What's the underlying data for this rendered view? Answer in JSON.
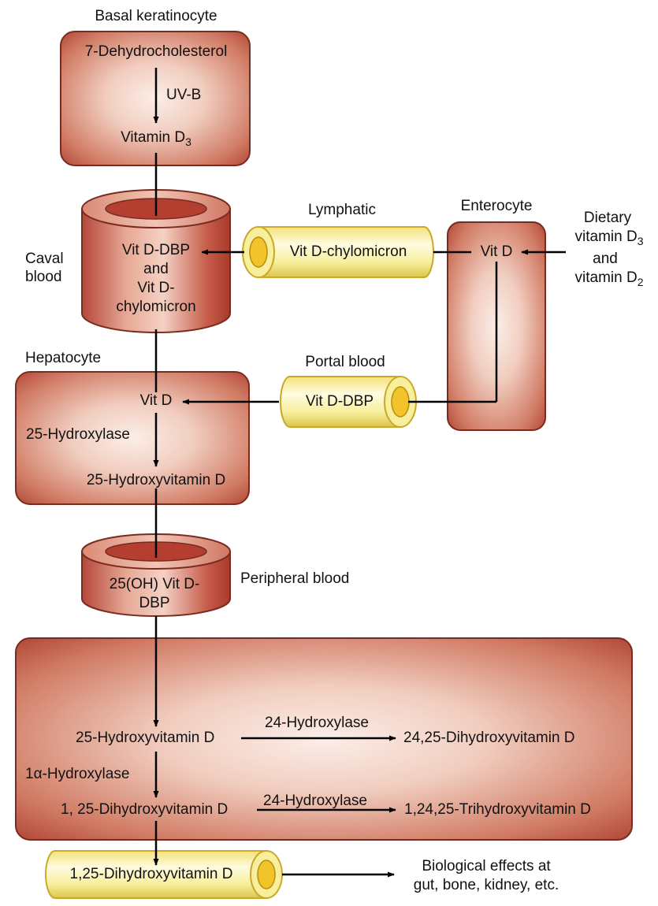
{
  "keratinocyte": {
    "label": "Basal keratinocyte",
    "precursor": "7-Dehydrocholesterol",
    "uv": "UV-B",
    "product_prefix": "Vitamin D",
    "product_sub": "3"
  },
  "caval": {
    "label_line1": "Caval",
    "label_line2": "blood",
    "line1": "Vit D-DBP",
    "line2": "and",
    "line3": "Vit D-",
    "line4": "chylomicron"
  },
  "lymphatic": {
    "label": "Lymphatic",
    "content": "Vit D-chylomicron"
  },
  "enterocyte": {
    "label": "Enterocyte",
    "content": "Vit D"
  },
  "dietary": {
    "line1": "Dietary",
    "line2_prefix": "vitamin D",
    "line2_sub": "3",
    "line3": "and",
    "line4_prefix": "vitamin D",
    "line4_sub": "2"
  },
  "hepatocyte": {
    "label": "Hepatocyte",
    "vitd": "Vit D",
    "enzyme": "25-Hydroxylase",
    "product": "25-Hydroxyvitamin D"
  },
  "portal": {
    "label": "Portal blood",
    "content": "Vit D-DBP"
  },
  "peripheral": {
    "label": "Peripheral blood",
    "line1": "25(OH) Vit D-",
    "line2": "DBP"
  },
  "kidney": {
    "substrate": "25-Hydroxyvitamin D",
    "enzyme_24_a": "24-Hydroxylase",
    "product_24_25": "24,25-Dihydroxyvitamin D",
    "enzyme_1a": "1α-Hydroxylase",
    "active": "1, 25-Dihydroxyvitamin D",
    "enzyme_24_b": "24-Hydroxylase",
    "product_1_24_25": "1,24,25-Trihydroxyvitamin D"
  },
  "output": {
    "content": "1,25-Dihydroxyvitamin D",
    "effects_line1": "Biological effects at",
    "effects_line2": "gut, bone, kidney, etc."
  },
  "colors": {
    "box_edge": "#a8382a",
    "box_center": "#fbe9e2",
    "box_mid": "#e3a08e",
    "box_border": "#7a2b1f",
    "tube_yellow": "#f7ef9c",
    "tube_yellow_dark": "#e0c94a",
    "tube_opening": "#f2c32a",
    "arrow": "#000000"
  }
}
